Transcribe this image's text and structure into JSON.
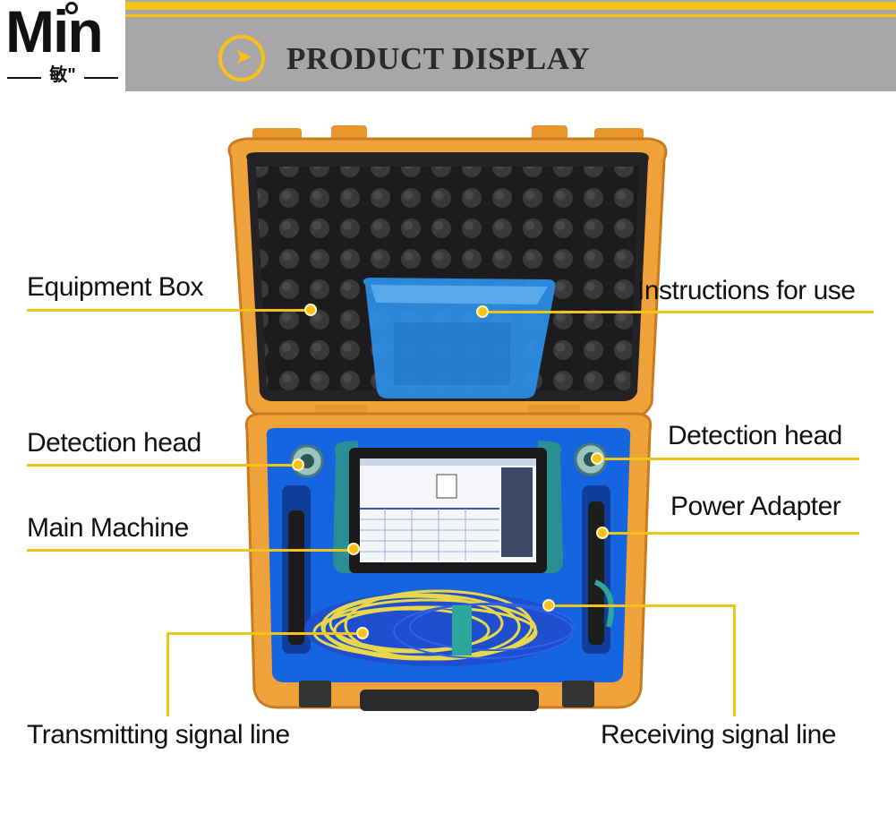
{
  "logo": {
    "main": "Min",
    "sub": "敏\""
  },
  "banner": {
    "title": "PRODUCT DISPLAY",
    "icon": "play-arrow-icon"
  },
  "labels": {
    "equipment_box": "Equipment Box",
    "instructions": "Instructions for use",
    "detection_head_left": "Detection head",
    "detection_head_right": "Detection head",
    "main_machine": "Main Machine",
    "power_adapter": "Power Adapter",
    "transmitting_line": "Transmitting signal line",
    "receiving_line": "Receiving signal line"
  },
  "colors": {
    "accent": "#f3c413",
    "banner_bg": "#a8a6a7",
    "case_orange": "#f0a23a",
    "case_blue": "#1565e0",
    "device_teal": "#2a8f95",
    "cable_yellow": "#e8d84a"
  }
}
